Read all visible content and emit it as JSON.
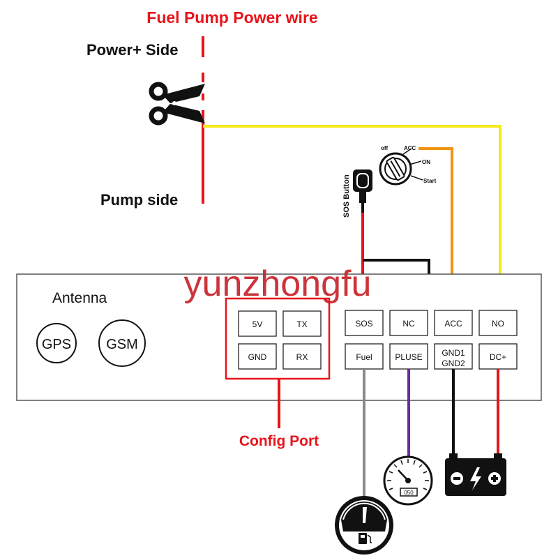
{
  "title": "Fuel Pump Power wire",
  "labels": {
    "power_side": "Power+ Side",
    "pump_side": "Pump side",
    "sos_button": "SOS Button",
    "config_port": "Config Port",
    "antenna": "Antenna"
  },
  "antennas": [
    "GPS",
    "GSM"
  ],
  "config_pins": [
    "5V",
    "TX",
    "GND",
    "RX"
  ],
  "terminals_top": [
    "SOS",
    "NC",
    "ACC",
    "NO"
  ],
  "terminals_bottom": [
    "Fuel",
    "PLUSE",
    "GND1",
    "GND2",
    "DC+"
  ],
  "ignition": {
    "off": "off",
    "acc": "ACC",
    "on": "ON",
    "start": "Start"
  },
  "speedometer_reading": "050",
  "watermark": "yunzhongfu",
  "colors": {
    "power_wire": "#e8141b",
    "yellow_wire": "#f4ea1c",
    "orange_wire": "#ef9413",
    "ground_wire": "#111111",
    "fuel_wire": "#8a8a8a",
    "pulse_wire": "#6b2b9e"
  }
}
